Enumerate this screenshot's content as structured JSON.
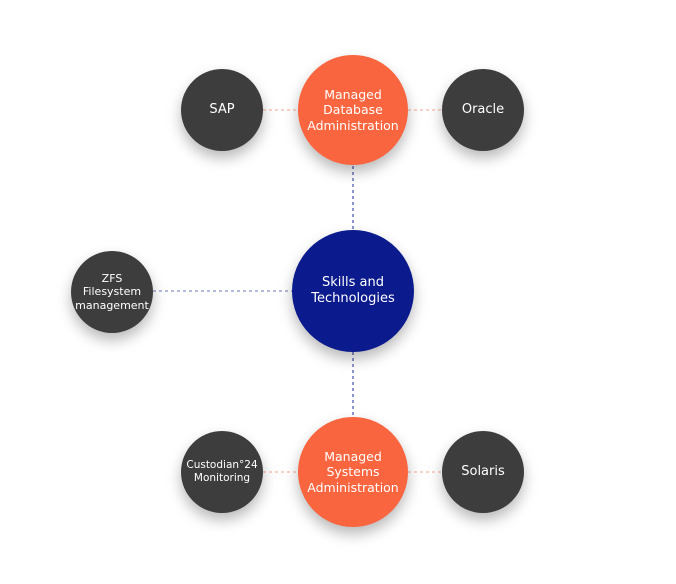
{
  "colors": {
    "center": "#0b1a8c",
    "primary": "#f8653f",
    "secondary": "#3d3d3d",
    "connector_vertical": "#1a2a9c",
    "connector_horizontal": "#f3a58e",
    "connector_zfs": "#6a74b8"
  },
  "nodes": {
    "center": {
      "label": "Skills and\nTechnologies"
    },
    "database": {
      "label": "Managed\nDatabase\nAdministration"
    },
    "systems": {
      "label": "Managed\nSystems\nAdministration"
    },
    "sap": {
      "label": "SAP"
    },
    "oracle": {
      "label": "Oracle"
    },
    "zfs": {
      "label": "ZFS\nFilesystem\nmanagement"
    },
    "custodian": {
      "label": "Custodian°24\nMonitoring"
    },
    "solaris": {
      "label": "Solaris"
    }
  }
}
